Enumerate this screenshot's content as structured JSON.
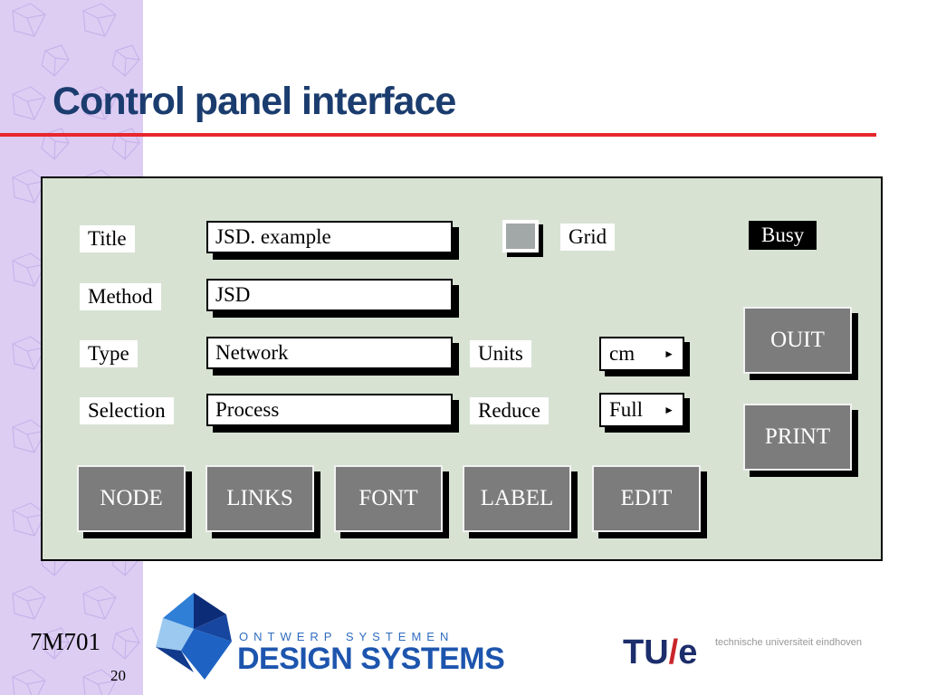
{
  "slide": {
    "title": "Control panel interface",
    "course_code": "7M701",
    "page_number": "20"
  },
  "panel": {
    "rows": [
      {
        "label": "Title",
        "value": "JSD. example"
      },
      {
        "label": "Method",
        "value": "JSD"
      },
      {
        "label": "Type",
        "value": "Network"
      },
      {
        "label": "Selection",
        "value": "Process"
      }
    ],
    "grid": {
      "label": "Grid"
    },
    "busy": {
      "label": "Busy"
    },
    "units": {
      "label": "Units",
      "value": "cm",
      "arrow": "►"
    },
    "reduce": {
      "label": "Reduce",
      "value": "Full",
      "arrow": "►"
    },
    "right_buttons": [
      {
        "label": "OUIT"
      },
      {
        "label": "PRINT"
      }
    ],
    "bottom_buttons": [
      {
        "label": "NODE"
      },
      {
        "label": "LINKS"
      },
      {
        "label": "FONT"
      },
      {
        "label": "LABEL"
      },
      {
        "label": "EDIT"
      }
    ]
  },
  "footer": {
    "design_systems": {
      "line1": "ONTWERP SYSTEMEN",
      "line2": "DESIGN SYSTEMS"
    },
    "tue": {
      "tu": "TU",
      "slash": "/",
      "e": "e",
      "caption": "technische universiteit eindhoven"
    }
  },
  "colors": {
    "title_text": "#1b3c6e",
    "rule_red": "#e8262d",
    "panel_bg": "#d7e2d3",
    "button_face": "#7c7c7c",
    "strip_bg": "#ddcdf3",
    "logo_blue": "#1d55ae",
    "tue_navy": "#1c2d6b",
    "tue_red": "#c9252b"
  }
}
